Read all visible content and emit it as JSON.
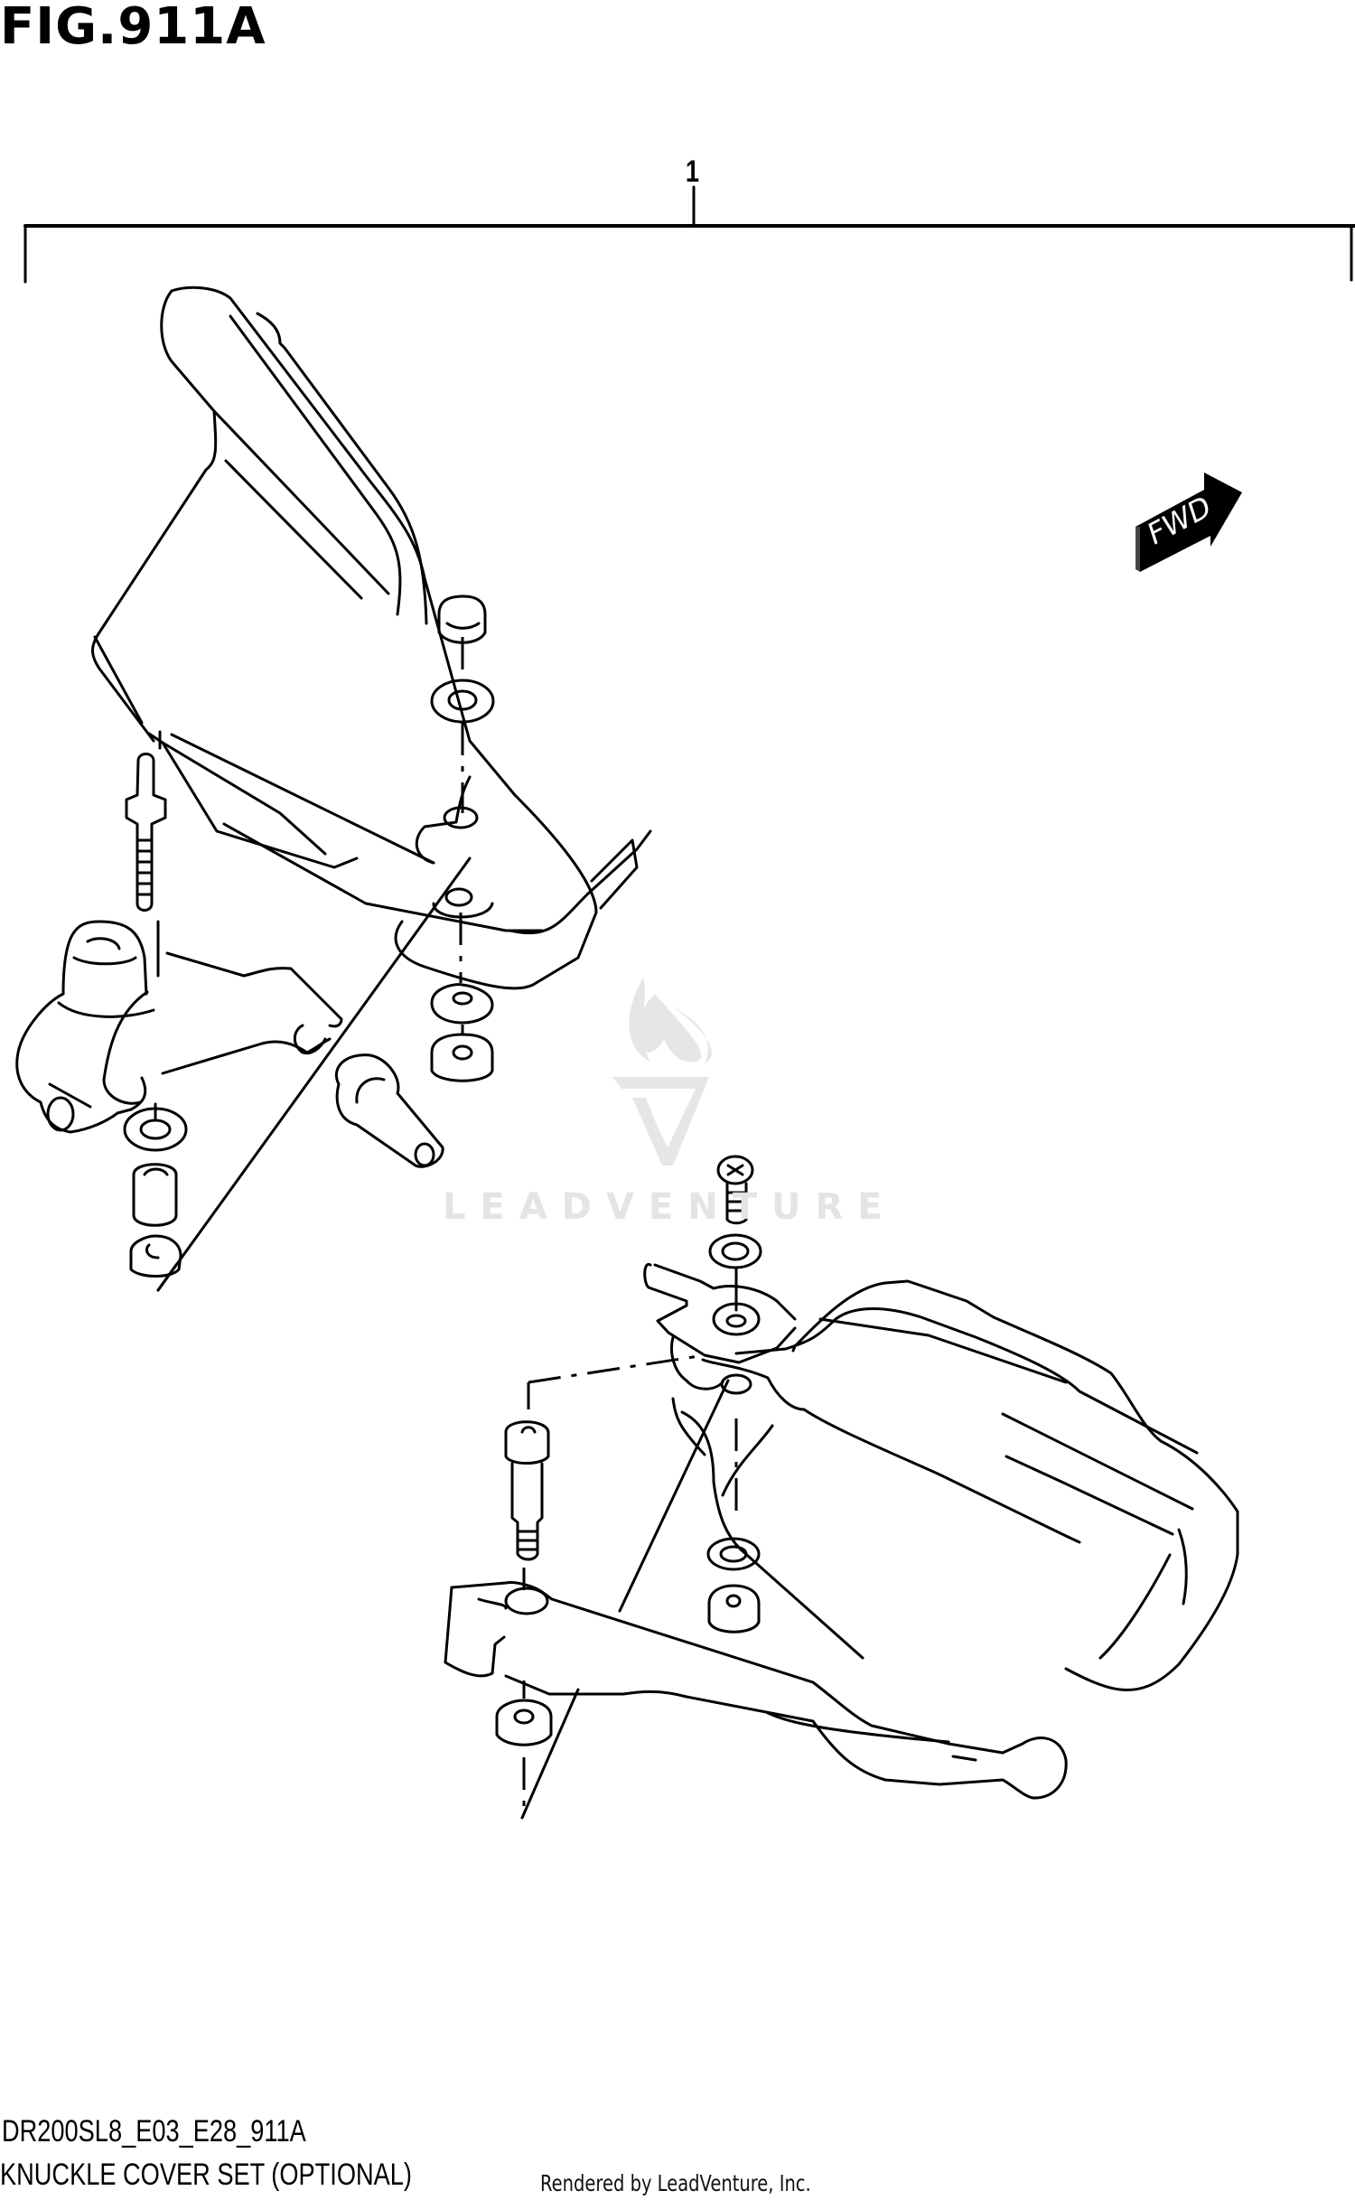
{
  "figure": {
    "title": "FIG.911A",
    "callout_number": "1",
    "diagram_code": "DR200SL8_E03_E28_911A",
    "caption": "KNUCKLE COVER SET (OPTIONAL)",
    "direction_indicator": "FWD"
  },
  "watermark": {
    "text": "LEADVENTURE",
    "color": "#e6e6e6",
    "icon": "flame-v-logo-icon"
  },
  "footer": {
    "rendered_by": "Rendered by LeadVenture, Inc."
  },
  "parts": [
    {
      "ref": "1",
      "name": "knuckle-cover-set",
      "components": [
        "left-knuckle-guard",
        "right-knuckle-guard",
        "mounting-stud",
        "cap-nut",
        "washer",
        "spacer-collar",
        "nut",
        "handlebar-clamp",
        "bar-end-weight",
        "pan-head-screw",
        "shoulder-bolt",
        "lever-bracket"
      ]
    }
  ],
  "colors": {
    "line": "#000000",
    "background": "#ffffff"
  }
}
